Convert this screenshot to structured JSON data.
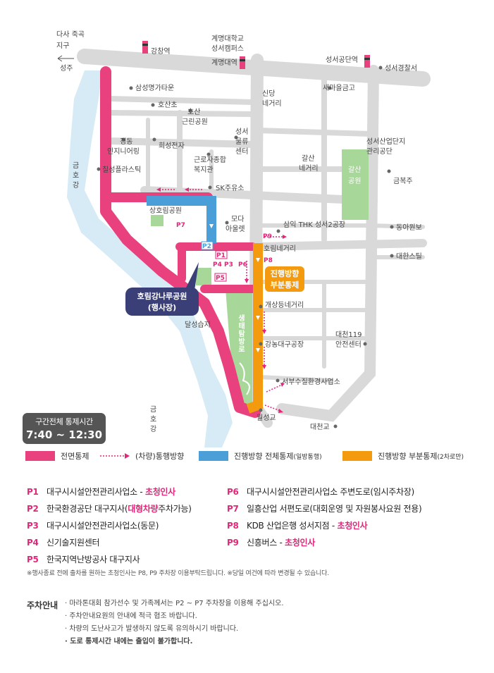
{
  "colors": {
    "full_closure": "#e8417e",
    "flow_arrow": "#e0277a",
    "direction_full_closure": "#4a9fd8",
    "direction_partial_closure": "#f39a0e",
    "river": "#d7ebf6",
    "road": "#d9d9d9",
    "park": "#a7d89a",
    "venue_badge": "#3a3f78"
  },
  "map": {
    "places": {
      "dasa": "다사 죽곡",
      "jigu": "지구",
      "seongju": "성주",
      "gangchang_station": "강창역",
      "keimyung_campus_1": "계명대학교",
      "keimyung_campus_2": "성서캠퍼스",
      "keimyung_station": "계명대역",
      "seongseo_industrial_station": "성서공단역",
      "seongseo_police": "성서경찰서",
      "saemaeul_bank": "새마을금고",
      "samsung_apt": "삼성명가타운",
      "hosan_school": "호산초",
      "hosan_park_1": "호산",
      "hosan_park_2": "근린공원",
      "sindang_1": "신당",
      "sindang_2": "네거리",
      "kyungdong_1": "경동",
      "kyungdong_2": "인지니어링",
      "hyosung": "희성전자",
      "samsung_logistics_1": "성서",
      "samsung_logistics_2": "물류",
      "samsung_logistics_3": "센터",
      "chilsung": "칠성플라스틱",
      "welfare_1": "근로자종합",
      "welfare_2": "복지관",
      "galsan_1": "갈산",
      "galsan_2": "네거리",
      "industrial_corp_1": "성서산업단지",
      "industrial_corp_2": "관리공단",
      "galsan_park_1": "갈산",
      "galsan_park_2": "공원",
      "geumbok": "금복주",
      "river_1_a": "금",
      "river_1_b": "호",
      "river_1_c": "강",
      "sk_gas": "SK주유소",
      "sanghori_park": "상호림공원",
      "moda_1": "모다",
      "moda_2": "아울렛",
      "thk": "삼익 THK 성서2공장",
      "dongawonbo": "동아원보",
      "horim_junction": "호림네거리",
      "daehan": "대한스틸",
      "dalseong": "달성습지",
      "ecotrail": "생태탐방로",
      "gaesang": "개상등네거리",
      "gangnong": "강농대구공장",
      "fire_1": "대천119",
      "fire_2": "안전센터",
      "water_office": "서부수질환경사업소",
      "wolseong_bridge": "월성교",
      "daecheon_bridge": "대천교",
      "river_2_a": "금",
      "river_2_b": "호",
      "river_2_c": "강"
    },
    "markers": {
      "p1": "P1",
      "p2": "P2",
      "p3": "P3",
      "p4": "P4",
      "p5": "P5",
      "p6": "P6",
      "p7": "P7",
      "p8": "P8",
      "p9": "P9"
    },
    "venue_line1": "호림강나루공원",
    "venue_line2": "(행사장)",
    "partial_label_1": "진행방향",
    "partial_label_2": "부분통제"
  },
  "time_box": {
    "label": "구간전체 통제시간",
    "time": "7:40 ~ 12:30"
  },
  "legend": {
    "full": "전면통제",
    "flow": "(차량)통행방향",
    "direction_full": "진행방향 전체통제",
    "direction_full_note": "(일방통행)",
    "direction_partial": "진행방향 부분통제",
    "direction_partial_note": "(2차로만)"
  },
  "parking": [
    {
      "key": "P1",
      "text": "대구시시설안전관리사업소 - ",
      "highlight": "초청인사",
      "tail": ""
    },
    {
      "key": "P2",
      "text": "한국환경공단 대구지사(",
      "highlight": "대형차량",
      "tail": "주차가능)"
    },
    {
      "key": "P3",
      "text": "대구시시설안전관리사업소(동문)",
      "highlight": "",
      "tail": ""
    },
    {
      "key": "P4",
      "text": "신기술지원센터",
      "highlight": "",
      "tail": ""
    },
    {
      "key": "P5",
      "text": "한국지역난방공사 대구지사",
      "highlight": "",
      "tail": ""
    },
    {
      "key": "P6",
      "text": "대구시시설안전관리사업소 주변도로(임시주차장)",
      "highlight": "",
      "tail": ""
    },
    {
      "key": "P7",
      "text": "일흥산업 서편도로(대회운영 및 자원봉사요원 전용)",
      "highlight": "",
      "tail": ""
    },
    {
      "key": "P8",
      "text": "KDB 산업은행 성서지점 - ",
      "highlight": "초청인사",
      "tail": ""
    },
    {
      "key": "P9",
      "text": "신흥버스 - ",
      "highlight": "초청인사",
      "tail": ""
    }
  ],
  "note": "※행사종료 전에 출차를 원하는 초청인사는 P8, P9 주차장 이용부탁드립니다.   ※당일 여건에 따라 변경될 수 있습니다.",
  "guide": {
    "title": "주차안내",
    "items": [
      "· 마라톤대회 참가선수 및 가족께서는 P2 ~ P7 주차장을 이용해 주십시오.",
      "· 주차안내요원의 안내에 적극 협조 바랍니다.",
      "· 차량의 도난사고가 발생하지 않도록 유의하시기 바랍니다.",
      "· 도로 통제시간 내에는 출입이 불가합니다."
    ]
  }
}
